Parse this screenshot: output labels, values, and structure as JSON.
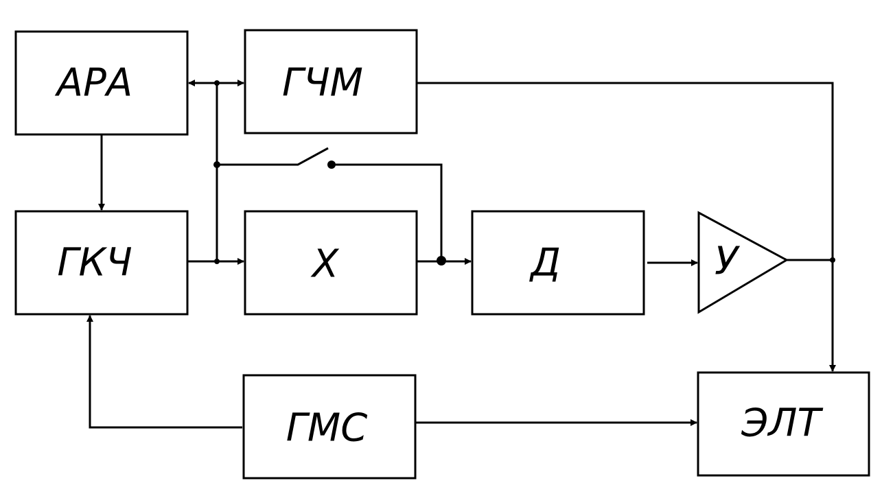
{
  "blocks": {
    "ara": "АРА",
    "gchm": "ГЧМ",
    "gkch": "ГКЧ",
    "x": "Х",
    "d": "Д",
    "u": "У",
    "gms": "ГМС",
    "elt": "ЭЛТ"
  }
}
